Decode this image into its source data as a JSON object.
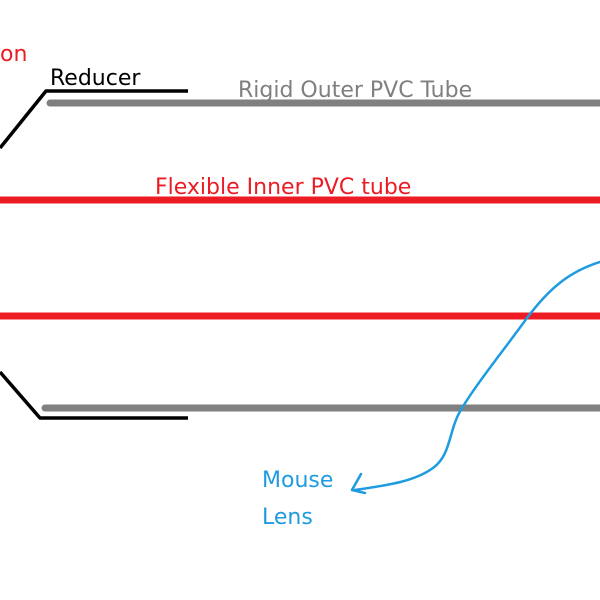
{
  "labels": {
    "cut_off": "on",
    "reducer": "Reducer",
    "rigid_outer_tube": "Rigid Outer PVC Tube",
    "flexible_inner_tube": "Flexible Inner PVC tube",
    "mouse_lens_line1": "Mouse",
    "mouse_lens_line2": "Lens"
  },
  "colors": {
    "rigid_tube": "#808080",
    "inner_tube": "#ed1c24",
    "reducer": "#000000",
    "mouse_lens_arrow": "#1f9be0",
    "mouse_lens_text": "#1f9be0",
    "red_label": "#ed1c24",
    "grey_label": "#7f7f7f"
  }
}
